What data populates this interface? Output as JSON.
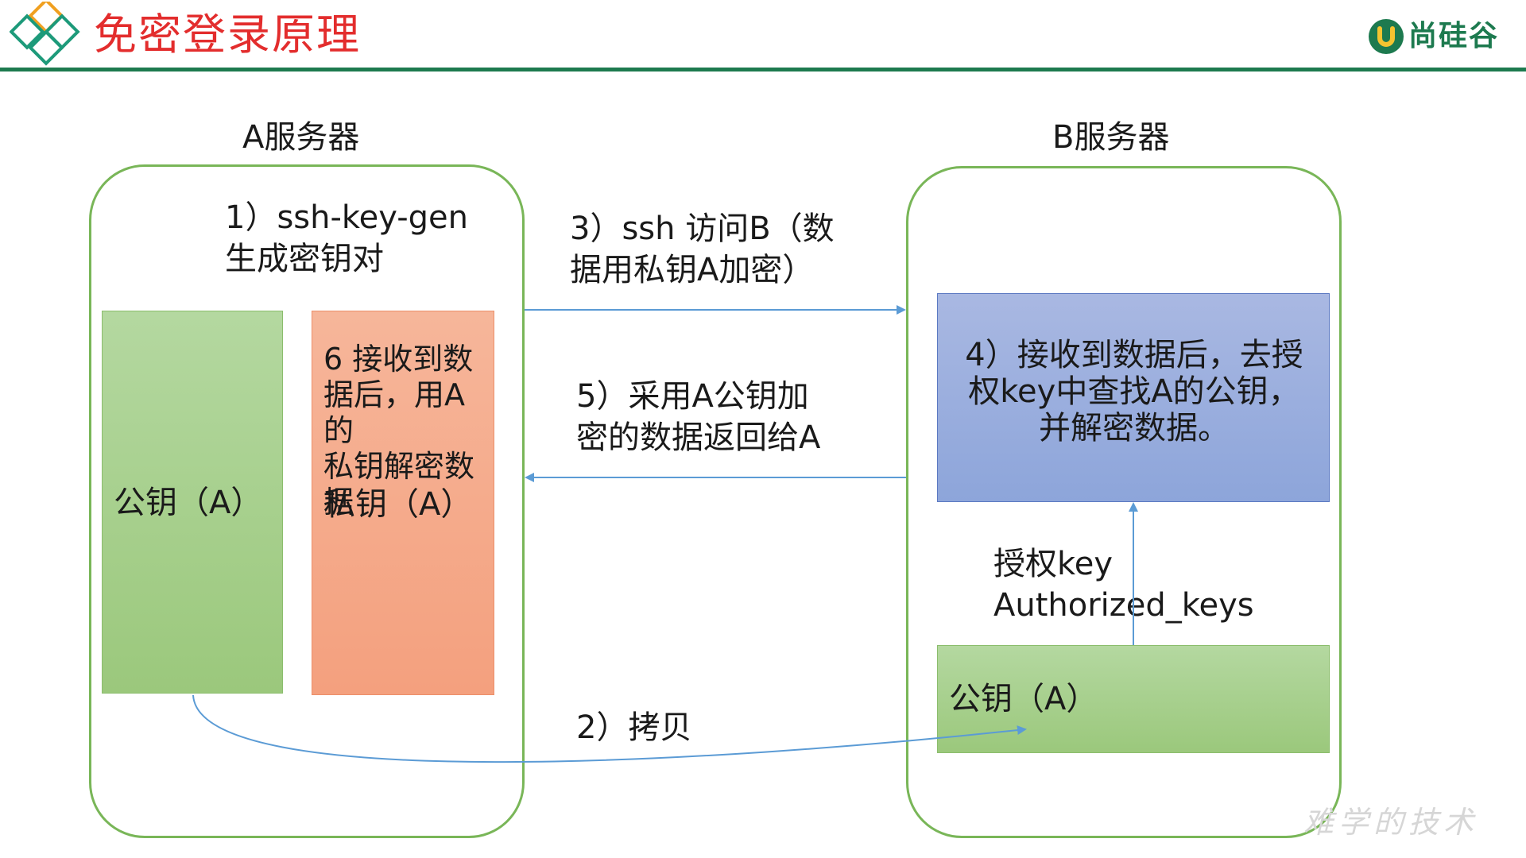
{
  "header": {
    "title": "免密登录原理",
    "brand": "尚硅谷",
    "brand_icon": "u-logo-icon",
    "accent_color": "#e32d2d",
    "line_color": "#1d7a4f"
  },
  "server_a": {
    "label": "A服务器",
    "step1": "1）ssh-key-gen\n生成密钥对",
    "public_key_box": "公钥（A）",
    "private_key_box_note": "6 接收到数\n据后，用A的\n私钥解密数\n据",
    "private_key_box_label": "私钥（A）"
  },
  "server_b": {
    "label": "B服务器",
    "step4_box": "4）接收到数据后，去授\n权key中查找A的公钥，\n并解密数据。",
    "auth_key_label": "授权key\nAuthorized_keys",
    "public_key_box": "公钥（A）"
  },
  "arrows": {
    "step3": "3）ssh 访问B（数\n据用私钥A加密）",
    "step5": "5）采用A公钥加\n密的数据返回给A",
    "step2": "2）拷贝",
    "arrow_color": "#5b9bd5"
  },
  "watermark": "难学的技术"
}
